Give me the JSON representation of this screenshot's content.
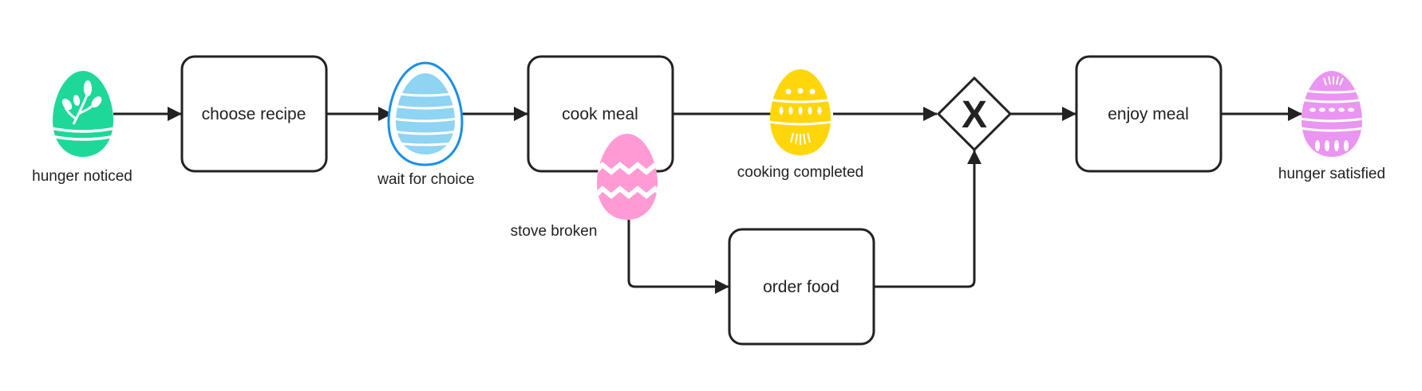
{
  "colors": {
    "stroke": "#222222",
    "egg_green": "#1ed89a",
    "egg_blue_fill": "#8fd4f2",
    "egg_blue_ring": "#1a8fe6",
    "egg_pink": "#ff9ad5",
    "egg_yellow": "#ffd60a",
    "egg_violet": "#ea95f1"
  },
  "events": {
    "start": {
      "label": "hunger noticed",
      "icon": "green-leaf-egg-icon"
    },
    "wait": {
      "label": "wait for choice",
      "icon": "blue-striped-egg-icon"
    },
    "stove_broken": {
      "label": "stove broken",
      "icon": "pink-zigzag-egg-icon"
    },
    "cooking_completed": {
      "label": "cooking completed",
      "icon": "yellow-dotted-egg-icon"
    },
    "end": {
      "label": "hunger satisfied",
      "icon": "violet-patterned-egg-icon"
    }
  },
  "tasks": {
    "choose_recipe": "choose recipe",
    "cook_meal": "cook meal",
    "order_food": "order food",
    "enjoy_meal": "enjoy meal"
  },
  "gateway": {
    "type": "exclusive",
    "symbol": "X"
  }
}
